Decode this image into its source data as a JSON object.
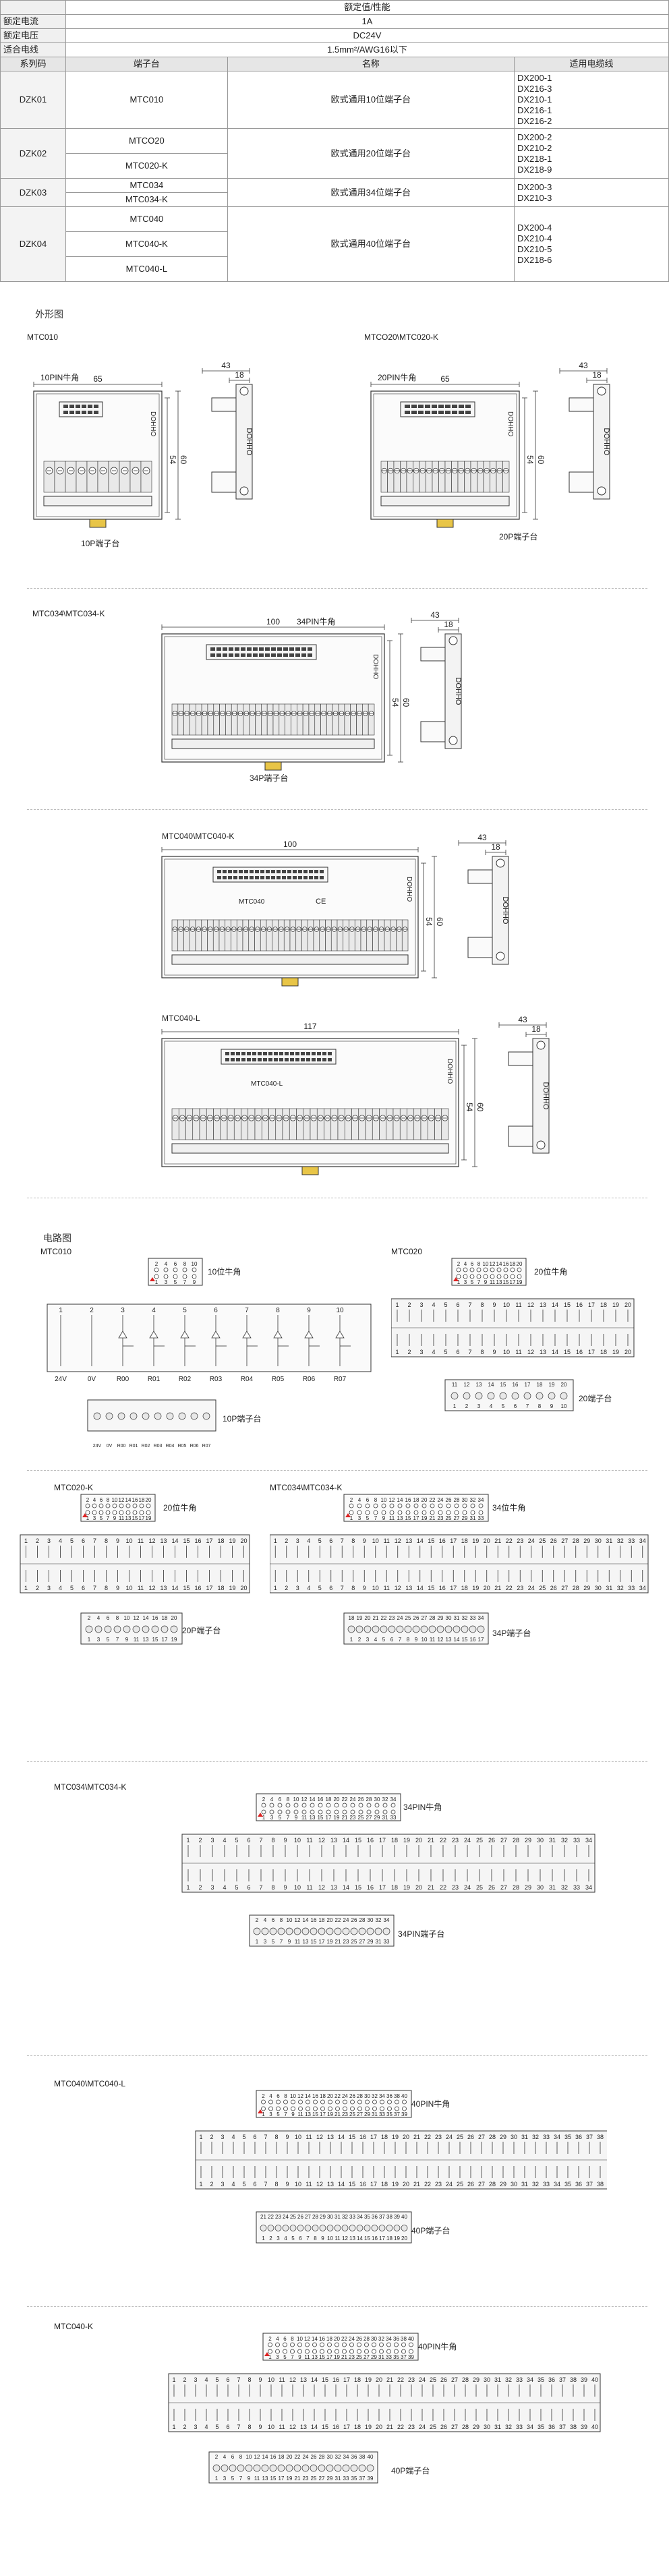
{
  "spec_table": {
    "header": "额定值/性能",
    "rows": [
      {
        "label": "额定电流",
        "value": "1A"
      },
      {
        "label": "额定电压",
        "value": "DC24V"
      },
      {
        "label": "适合电线",
        "value": "1.5mm²/AWG16以下"
      }
    ],
    "columns": [
      "系列码",
      "端子台",
      "名称",
      "适用电缆线"
    ],
    "groups": [
      {
        "series": "DZK01",
        "models": [
          "MTC010"
        ],
        "name": "欧式通用10位端子台",
        "cables": [
          "DX200-1",
          "DX216-3",
          "DX210-1",
          "DX216-1",
          "DX216-2"
        ]
      },
      {
        "series": "DZK02",
        "models": [
          "MTCO20",
          "MTC020-K"
        ],
        "name": "欧式通用20位端子台",
        "cables": [
          "DX200-2",
          "DX210-2",
          "DX218-1",
          "DX218-9"
        ]
      },
      {
        "series": "DZK03",
        "models": [
          "MTC034",
          "MTC034-K"
        ],
        "name": "欧式通用34位端子台",
        "cables": [
          "DX200-3",
          "DX210-3"
        ]
      },
      {
        "series": "DZK04",
        "models": [
          "MTC040",
          "MTC040-K",
          "MTC040-L"
        ],
        "name": "欧式通用40位端子台",
        "cables": [
          "DX200-4",
          "DX210-4",
          "DX210-5",
          "DX218-6"
        ]
      }
    ]
  },
  "outline": {
    "title": "外形图",
    "mtc010": {
      "model": "MTC010",
      "conn": "10PIN牛角",
      "term": "10P端子台",
      "w": "65",
      "h1": "54",
      "h2": "60",
      "side_w": "43",
      "side_d": "18",
      "brand": "DOHHO"
    },
    "mtc020": {
      "model": "MTCO20\\MTC020-K",
      "conn": "20PIN牛角",
      "term": "20P端子台",
      "w": "65",
      "h1": "54",
      "h2": "60",
      "side_w": "43",
      "side_d": "18",
      "brand": "DOHHO"
    },
    "mtc034": {
      "model": "MTC034\\MTC034-K",
      "conn": "34PIN牛角",
      "term": "34P端子台",
      "w": "100",
      "h1": "54",
      "h2": "60",
      "side_w": "43",
      "side_d": "18",
      "brand": "DOHHO"
    },
    "mtc040": {
      "model": "MTC040\\MTC040-K",
      "w": "100",
      "h1": "54",
      "h2": "60",
      "side_w": "43",
      "side_d": "18",
      "brand": "DOHHO",
      "label": "MTC040",
      "ce": "CE"
    },
    "mtc040l": {
      "model": "MTC040-L",
      "w": "117",
      "h1": "54",
      "h2": "60",
      "side_w": "43",
      "side_d": "18",
      "brand": "DOHHO",
      "label": "MTC040-L"
    }
  },
  "circuit": {
    "title": "电路图",
    "mtc010": {
      "model": "MTC010",
      "conn": "10位牛角",
      "term": "10P端子台",
      "top_pins": [
        "2",
        "4",
        "6",
        "8",
        "10"
      ],
      "bot_pins": [
        "1",
        "3",
        "5",
        "7",
        "9"
      ],
      "terms": [
        "24V",
        "0V",
        "R00",
        "R01",
        "R02",
        "R03",
        "R04",
        "R05",
        "R06",
        "R07"
      ],
      "nums": [
        "1",
        "2",
        "3",
        "4",
        "5",
        "6",
        "7",
        "8",
        "9",
        "10"
      ]
    },
    "mtc020": {
      "model": "MTC020",
      "conn": "20位牛角",
      "term": "20端子台"
    },
    "mtc020k": {
      "model": "MTC020-K",
      "conn": "20位牛角",
      "term": "20P端子台"
    },
    "mtc034": {
      "model": "MTC034\\MTC034-K",
      "conn": "34位牛角",
      "term": "34P端子台"
    },
    "mtc034b": {
      "model": "MTC034\\MTC034-K",
      "conn": "34PIN牛角",
      "term": "34PIN端子台"
    },
    "mtc040": {
      "model": "MTC040\\MTC040-L",
      "conn": "40PIN牛角",
      "term": "40P端子台"
    },
    "mtc040k": {
      "model": "MTC040-K",
      "conn": "40PIN牛角",
      "term": "40P端子台"
    }
  }
}
